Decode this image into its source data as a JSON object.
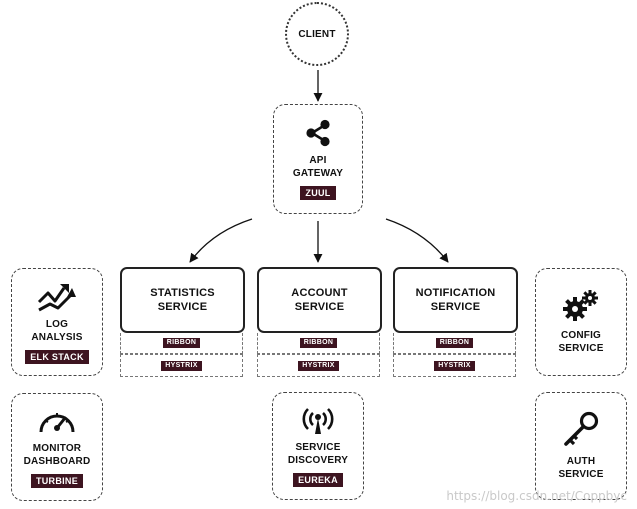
{
  "client": {
    "label": "CLIENT"
  },
  "gateway": {
    "label_line1": "API",
    "label_line2": "GATEWAY",
    "tag": "ZUUL"
  },
  "services": [
    {
      "line1": "STATISTICS",
      "line2": "SERVICE",
      "ribbon": "RIBBON",
      "hystrix": "HYSTRIX"
    },
    {
      "line1": "ACCOUNT",
      "line2": "SERVICE",
      "ribbon": "RIBBON",
      "hystrix": "HYSTRIX"
    },
    {
      "line1": "NOTIFICATION",
      "line2": "SERVICE",
      "ribbon": "RIBBON",
      "hystrix": "HYSTRIX"
    }
  ],
  "log": {
    "line1": "LOG",
    "line2": "ANALYSIS",
    "tag": "ELK STACK",
    "icon": "trend-chart-icon"
  },
  "monitor": {
    "line1": "MONITOR",
    "line2": "DASHBOARD",
    "tag": "TURBINE",
    "icon": "speedometer-icon"
  },
  "discovery": {
    "line1": "SERVICE",
    "line2": "DISCOVERY",
    "tag": "EUREKA",
    "icon": "antenna-icon"
  },
  "config": {
    "line1": "CONFIG",
    "line2": "SERVICE",
    "icon": "gears-icon"
  },
  "auth": {
    "line1": "AUTH",
    "line2": "SERVICE",
    "icon": "key-icon"
  },
  "watermark": "https://blog.csdn.net/Coppbyc",
  "colors": {
    "tag_bg": "#3d1420",
    "border": "#444444"
  }
}
